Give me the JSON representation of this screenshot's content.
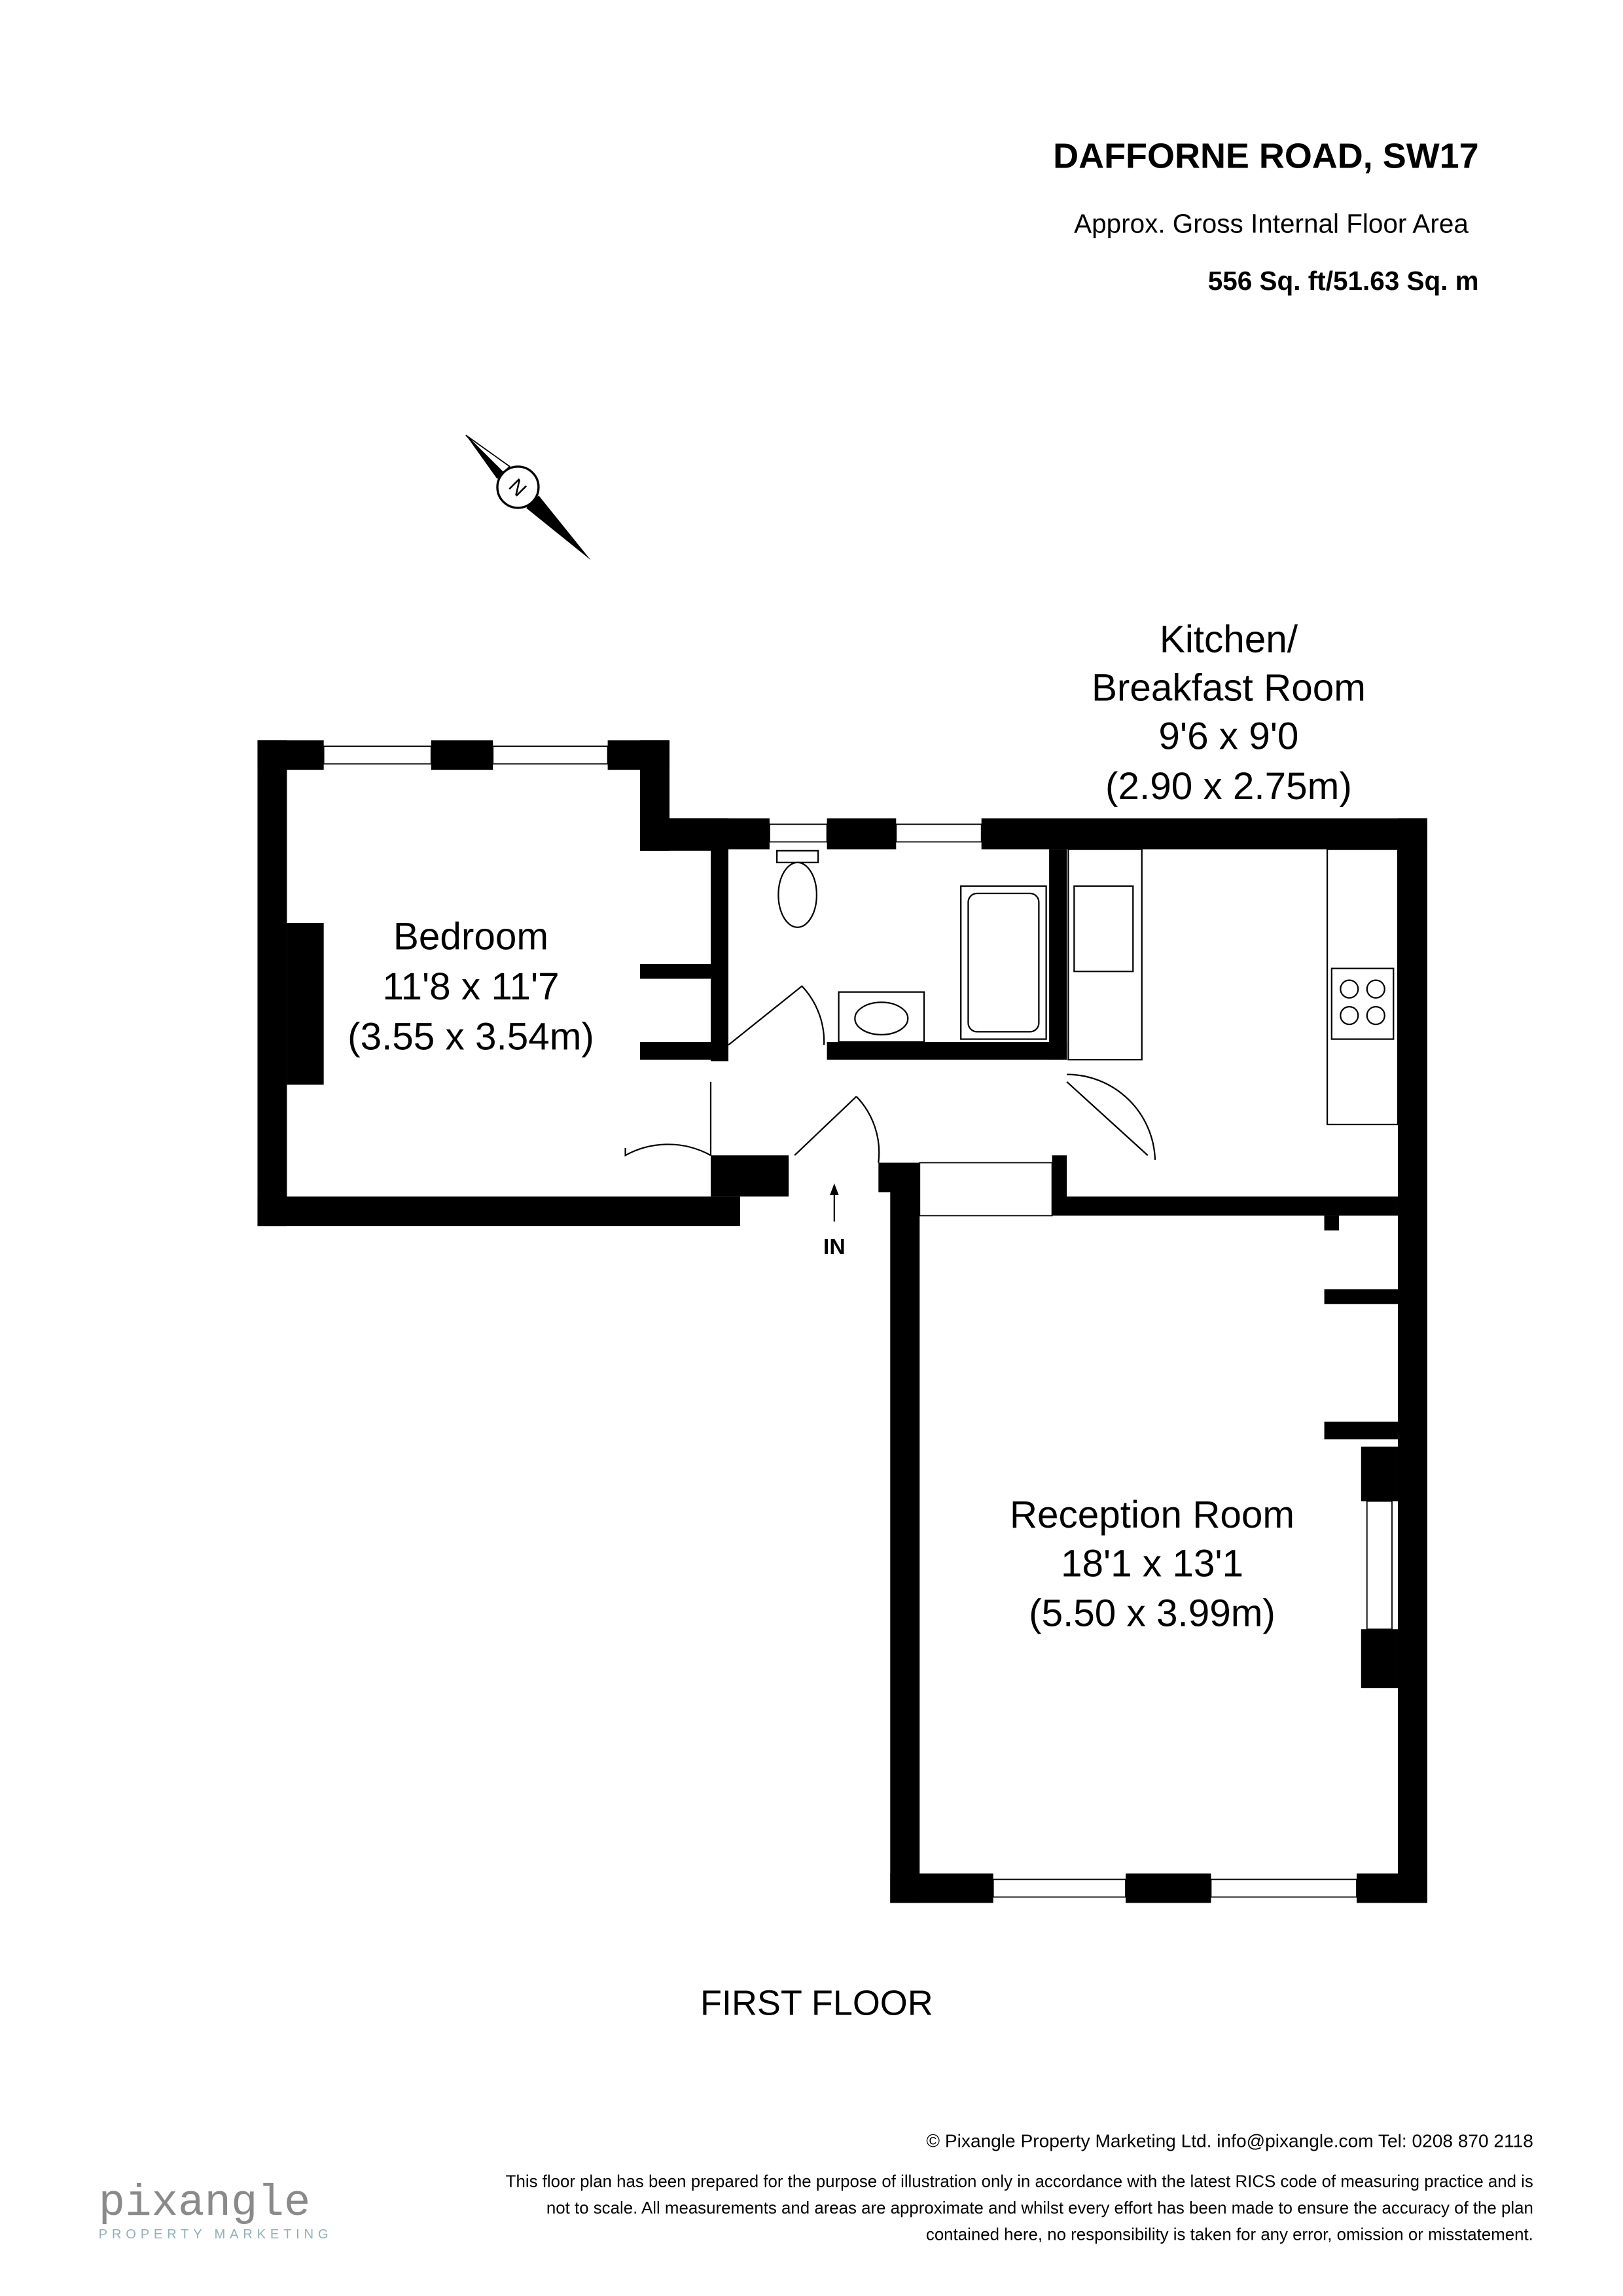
{
  "header": {
    "address": "DAFFORNE ROAD, SW17",
    "area_label": "Approx. Gross Internal Floor Area",
    "area_value": "556 Sq. ft/51.63 Sq. m"
  },
  "compass": {
    "letter": "N"
  },
  "rooms": [
    {
      "name": "Bedroom",
      "dims_imperial": "11'8 x 11'7",
      "dims_metric": "(3.55 x 3.54m)"
    },
    {
      "name_line1": "Kitchen/",
      "name_line2": "Breakfast Room",
      "dims_imperial": "9'6 x 9'0",
      "dims_metric": "(2.90 x 2.75m)"
    },
    {
      "name": "Reception Room",
      "dims_imperial": "18'1 x 13'1",
      "dims_metric": "(5.50 x 3.99m)"
    }
  ],
  "entrance_label": "IN",
  "floor_label": "FIRST FLOOR",
  "footer": {
    "copyright": "© Pixangle Property Marketing Ltd. info@pixangle.com Tel: 0208 870 2118",
    "disclaimer_lines": [
      "This floor plan has been prepared for the purpose of illustration only in accordance with the latest RICS code of measuring practice and is",
      "not to scale. All measurements and areas are approximate and whilst every effort has been made to ensure the accuracy of the plan",
      "contained here, no responsibility is taken for any error, omission or misstatement."
    ],
    "logo_text": "pixangle",
    "logo_tagline": "PROPERTY MARKETING"
  },
  "colors": {
    "walls": "#000000",
    "logo_grey": "#8a8a8a",
    "logo_accent": "#8fb0bd"
  }
}
